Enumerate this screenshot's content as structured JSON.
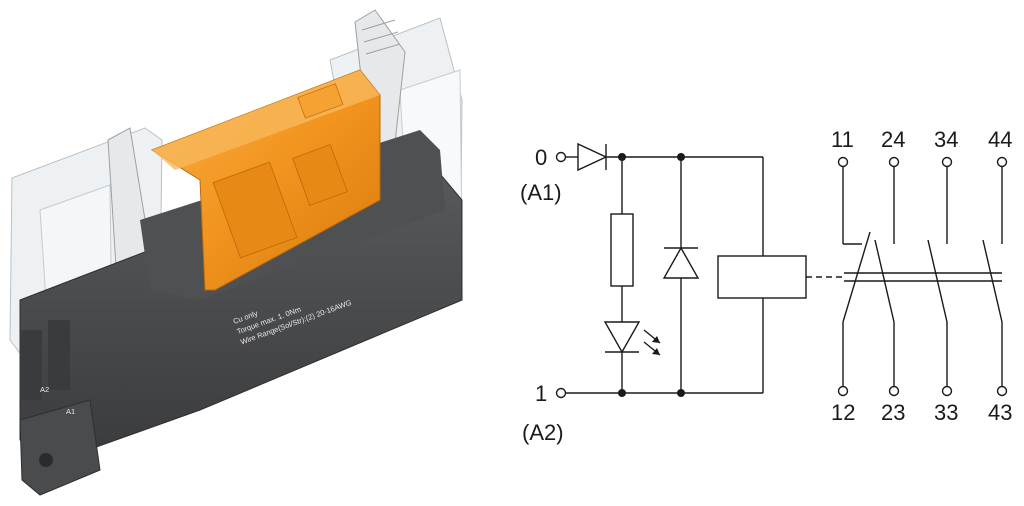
{
  "photo": {
    "label_line1": "Cu only",
    "label_line2": "Torque max. 1. 0Nm",
    "label_line3": "Wire Range(Sol/Str):(2) 20-16AWG",
    "terminal_a2": "A2",
    "terminal_a1": "A1",
    "colors": {
      "relay_body": "#f2941e",
      "base": "#4a4b4d",
      "cover": "#e9edf0"
    }
  },
  "schematic": {
    "coil_terminals": [
      {
        "number": "0",
        "alias": "(A1)"
      },
      {
        "number": "1",
        "alias": "(A2)"
      }
    ],
    "contacts_top": [
      "11",
      "24",
      "34",
      "44"
    ],
    "contacts_bottom": [
      "12",
      "23",
      "33",
      "43"
    ]
  }
}
